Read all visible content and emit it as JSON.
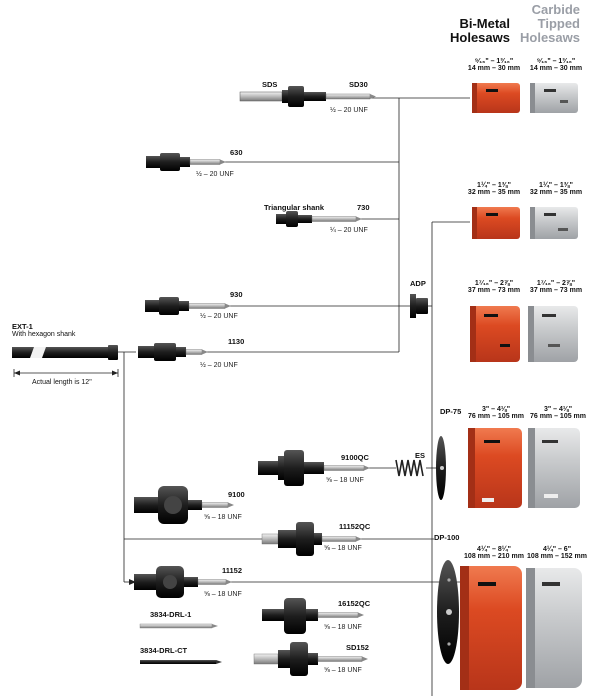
{
  "header": {
    "bimetal": [
      "Bi-Metal",
      "Holesaws"
    ],
    "carbide": [
      "Carbide",
      "Tipped",
      "Holesaws"
    ]
  },
  "arbors": {
    "sds": "SDS",
    "sd30": "SD30",
    "sd30_thread": "½ – 20 UNF",
    "a630": "630",
    "a630_thread": "½ – 20 UNF",
    "triangular": "Triangular shank",
    "a730": "730",
    "a730_thread": "¼ – 20 UNF",
    "adp": "ADP",
    "a930": "930",
    "a930_thread": "½ – 20 UNF",
    "a1130": "1130",
    "a1130_thread": "½ – 20 UNF",
    "ext1": "EXT-1",
    "ext1_desc": "With hexagon shank",
    "actual_length": "Actual length is 12\"",
    "a9100qc": "9100QC",
    "a9100qc_thread": "⅝ – 18 UNF",
    "es": "ES",
    "a9100": "9100",
    "a9100_thread": "⅝ – 18 UNF",
    "a11152qc": "11152QC",
    "a11152qc_thread": "⅝ – 18 UNF",
    "dp100": "DP-100",
    "a11152": "11152",
    "a11152_thread": "⅝ – 18 UNF",
    "drl1": "3834-DRL-1",
    "a16152qc": "16152QC",
    "a16152qc_thread": "⅝ – 18 UNF",
    "drlct": "3834-DRL-CT",
    "sd152": "SD152",
    "sd152_thread": "⅝ – 18 UNF",
    "dp75": "DP-75"
  },
  "sizes": {
    "r1_bi": [
      "⁹⁄₁₆\" – 1³⁄₁₆\"",
      "14 mm – 30 mm"
    ],
    "r1_ct": [
      "⁹⁄₁₆\" – 1³⁄₁₆\"",
      "14 mm – 30 mm"
    ],
    "r2_bi": [
      "1¼\" – 1⅜\"",
      "32 mm – 35 mm"
    ],
    "r2_ct": [
      "1¼\" – 1⅜\"",
      "32 mm – 35 mm"
    ],
    "r3_bi": [
      "1⁷⁄₁₆\" – 2⅞\"",
      "37 mm – 73 mm"
    ],
    "r3_ct": [
      "1⁷⁄₁₆\" – 2⅞\"",
      "37 mm – 73 mm"
    ],
    "r4_bi": [
      "3\" – 4⅛\"",
      "76 mm – 105 mm"
    ],
    "r4_ct": [
      "3\" – 4⅛\"",
      "76 mm – 105 mm"
    ],
    "r5_bi": [
      "4¼\" – 8¼\"",
      "108 mm – 210 mm"
    ],
    "r5_ct": [
      "4¼\" – 6\"",
      "108 mm – 152 mm"
    ]
  },
  "colors": {
    "bimetal": "#d9451f",
    "carbide": "#c4c6c9",
    "line": "#222222",
    "arbor": "#2b2b2b",
    "header_grey": "#9a9ea6"
  }
}
